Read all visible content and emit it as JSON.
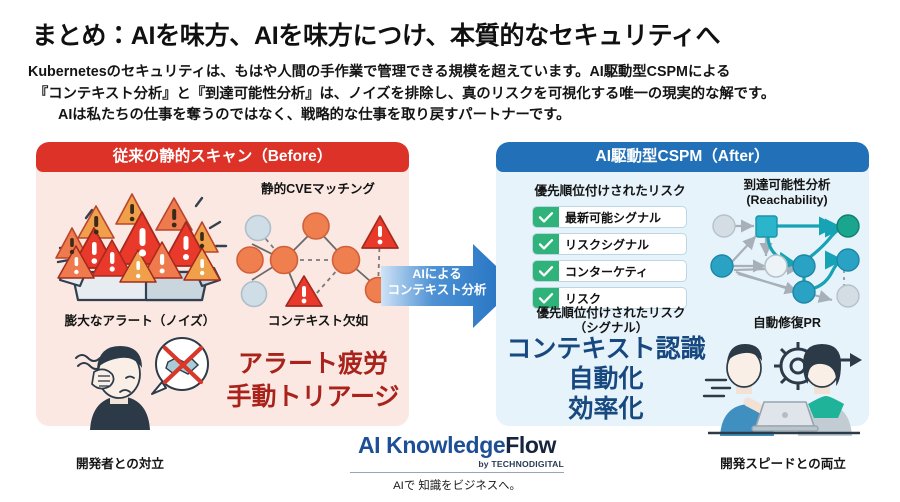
{
  "slide": {
    "title": "まとめ：AIを味方、AIを味方につけ、本質的なセキュリティへ",
    "body_line_1": "Kubernetesのセキュリティは、もはや人間の手作業で管理できる規模を超えています。AI駆動型CSPMによる",
    "body_line_2": "『コンテキスト分析』と『到達可能性分析』は、ノイズを排除し、真のリスクを可視化する唯一の現実的な解です。",
    "body_line_3": "AIは私たちの仕事を奪うのではなく、戦略的な仕事を取り戻すパートナーです。"
  },
  "before_panel": {
    "header": "従来の静的スキャン（Before）",
    "alert_pile_caption": "膨大なアラート（ノイズ）",
    "cve_graph_title": "静的CVEマッチング",
    "cve_graph_caption": "コンテキスト欠如",
    "emphasis_line_1": "アラート疲労",
    "emphasis_line_2": "手動トリアージ",
    "person_caption": "開発者との対立"
  },
  "arrow": {
    "label_line_1": "AIによる",
    "label_line_2": "コンテキスト分析"
  },
  "after_panel": {
    "header": "AI駆動型CSPM（After）",
    "risk_list_title": "優先順位付けされたリスク",
    "checklist": [
      {
        "label": "最新可能シグナル",
        "checked": true
      },
      {
        "label": "リスクシグナル",
        "checked": true
      },
      {
        "label": "コンターケティ",
        "checked": true
      },
      {
        "label": "リスク",
        "checked": true
      }
    ],
    "risk_list_caption_1": "優先順位付けされたリスク",
    "risk_list_caption_2": "（シグナル）",
    "reachability_title_1": "到達可能性分析",
    "reachability_title_2": "(Reachability)",
    "reachability_caption": "自動修復PR",
    "emphasis_line_1": "コンテキスト認識",
    "emphasis_line_2": "自動化",
    "emphasis_line_3": "効率化",
    "people_caption": "開発スピードとの両立"
  },
  "footer": {
    "logo_ai": "AI ",
    "logo_knowledge": "Knowledge",
    "logo_flow": "Flow",
    "logo_by": "by TECHNODIGITAL",
    "tagline": "AIで 知識をビジネスへ。"
  },
  "colors": {
    "before_header": "#dc3228",
    "before_bg": "#fbe8e2",
    "after_header": "#2270b7",
    "after_bg": "#e6f3fa",
    "emphasis_red": "#a8231b",
    "emphasis_blue": "#17487f",
    "check_green": "#2fb37a",
    "arrow_dark": "#1f6fc0",
    "arrow_light": "#cfe3f6",
    "logo_blue": "#1d4f96"
  }
}
